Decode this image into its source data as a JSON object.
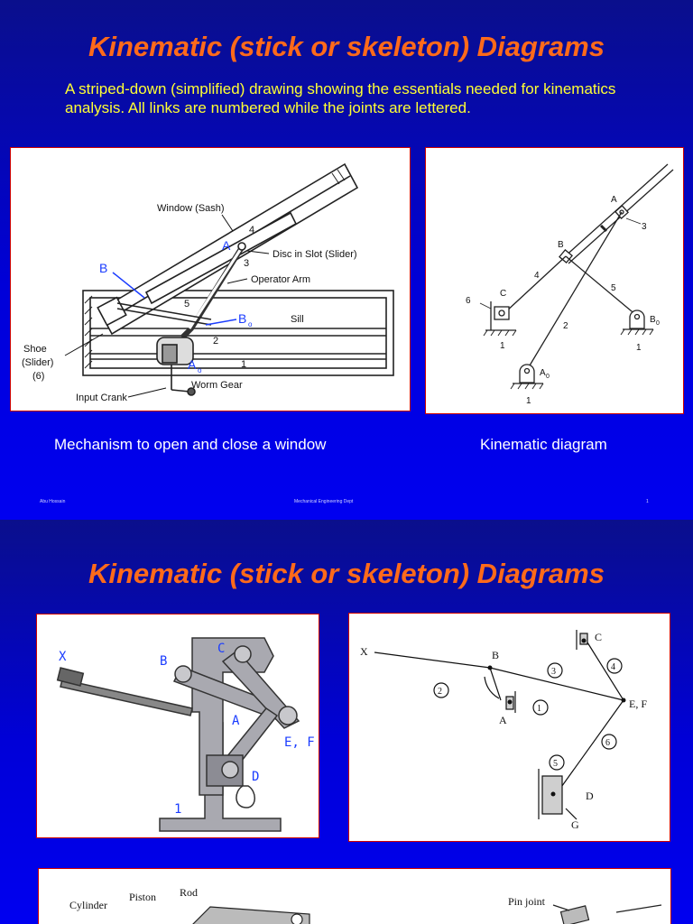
{
  "slide1": {
    "title": "Kinematic (stick or skeleton) Diagrams",
    "intro": "A striped-down (simplified) drawing showing the essentials needed for kinematics analysis. All links are numbered while the joints are lettered.",
    "window_labels": {
      "sash": "Window (Sash)",
      "disc": "Disc in Slot (Slider)",
      "operator_arm": "Operator Arm",
      "sill": "Sill",
      "shoe": "Shoe",
      "slider": "(Slider)",
      "six": "(6)",
      "worm": "Worm Gear",
      "input_crank": "Input Crank",
      "n4": "4",
      "n3": "3",
      "n5": "5",
      "n2": "2",
      "n1": "1",
      "A": "A",
      "B": "B",
      "Bo": "B",
      "Ao": "A",
      "sub_o": "o"
    },
    "kin_labels": {
      "A": "A",
      "B": "B",
      "C": "C",
      "A0": "A",
      "B0": "B",
      "sub0": "0",
      "n1a": "1",
      "n1b": "1",
      "n1c": "1",
      "n2": "2",
      "n3": "3",
      "n4": "4",
      "n5": "5",
      "n6": "6"
    },
    "caption_left": "Mechanism to open and close a window",
    "caption_right": "Kinematic diagram",
    "footer_left": "Abu Hossain",
    "footer_center": "Mechanical Engineering Dept",
    "footer_right": "1"
  },
  "slide2": {
    "title": "Kinematic (stick or skeleton) Diagrams",
    "jack_labels": {
      "X": "X",
      "B": "B",
      "C": "C",
      "A": "A",
      "EF": "E, F",
      "D": "D",
      "n1": "1"
    },
    "skeleton_labels": {
      "X": "X",
      "B": "B",
      "C": "C",
      "A": "A",
      "EF": "E, F",
      "D": "D",
      "G": "G",
      "c1": "1",
      "c2": "2",
      "c3": "3",
      "c4": "4",
      "c5": "5",
      "c6": "6"
    },
    "cyl_labels": {
      "cylinder": "Cylinder",
      "piston": "Piston",
      "rod": "Rod"
    },
    "pin_label": "Pin joint"
  }
}
